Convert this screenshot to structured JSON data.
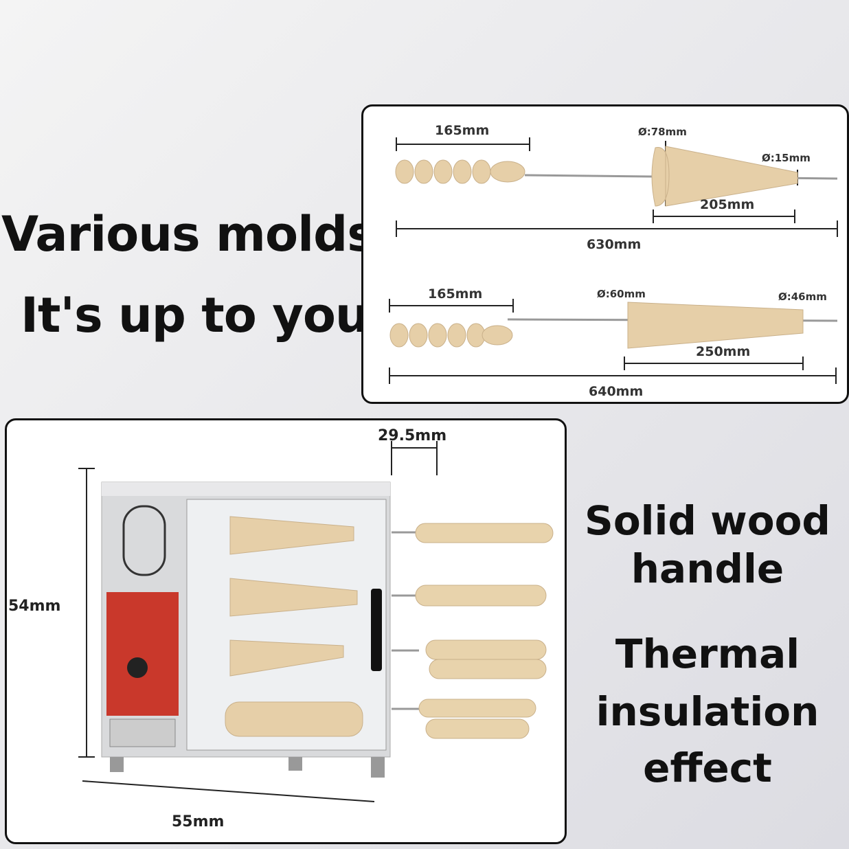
{
  "headline": {
    "line1": "Various molds",
    "line2": "It's up to you"
  },
  "features": {
    "line1": "Solid wood",
    "line2": "handle",
    "line3": "Thermal",
    "line4": "insulation",
    "line5": "effect"
  },
  "mold_cone": {
    "handle_length": "165mm",
    "large_diameter": "Ø:78mm",
    "small_diameter": "Ø:15mm",
    "cone_length": "205mm",
    "total_length": "630mm"
  },
  "mold_cylinder": {
    "handle_length": "165mm",
    "large_diameter": "Ø:60mm",
    "small_diameter": "Ø:46mm",
    "cone_length": "250mm",
    "total_length": "640mm"
  },
  "machine": {
    "depth": "29.5mm",
    "height": "54mm",
    "width": "55mm"
  },
  "colors": {
    "wood": "#e6cfa8",
    "panel_red": "#c9382b",
    "steel": "#d9dadc"
  }
}
